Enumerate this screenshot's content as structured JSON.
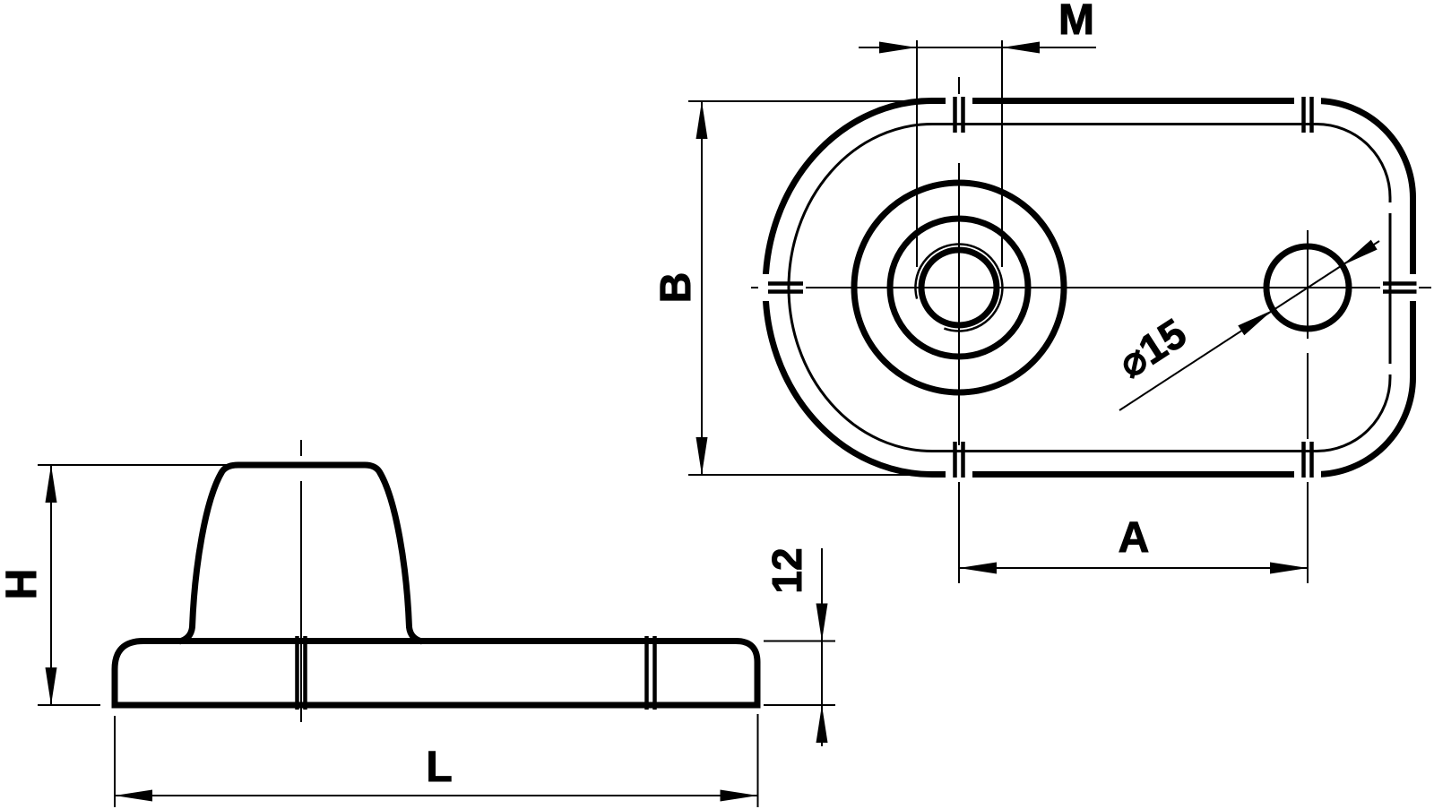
{
  "page": {
    "background": "#ffffff",
    "line_color": "#000000",
    "drawing_kind": "technical dimension drawing, two orthographic views"
  },
  "top_view": {
    "labels": {
      "plate_width": "B",
      "hole_center_distance": "A",
      "thread_size": "M",
      "hole_diameter": "⌀15"
    }
  },
  "side_view": {
    "labels": {
      "height": "H",
      "length": "L",
      "plate_thickness": "12"
    }
  }
}
